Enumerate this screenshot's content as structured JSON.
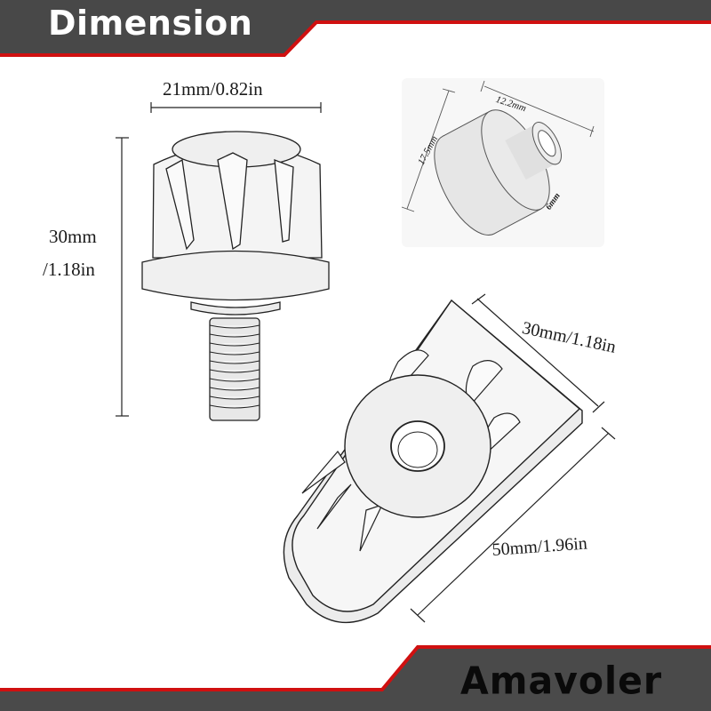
{
  "header": {
    "title": "Dimension",
    "band_color": "#484848",
    "accent_color": "#d01010"
  },
  "footer": {
    "brand": "Amavoler",
    "band_color": "#4a4a4a",
    "accent_color": "#d01010"
  },
  "screw": {
    "width_label": "21mm/0.82in",
    "height_label_line1": "30mm",
    "height_label_line2": "/1.18in"
  },
  "inset": {
    "length_label": "12.2mm",
    "diameter_label": "17.5mm",
    "hole_label": "6mm"
  },
  "plate": {
    "width_label": "30mm/1.18in",
    "length_label": "50mm/1.96in"
  }
}
